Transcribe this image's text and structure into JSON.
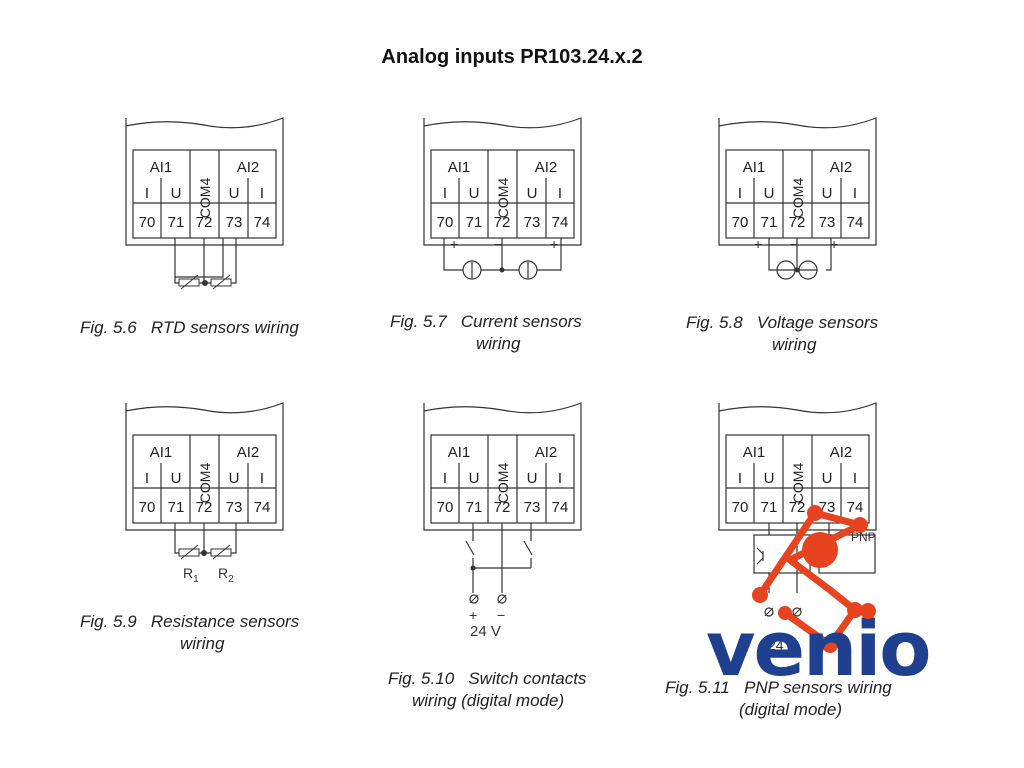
{
  "title": "Analog inputs PR103.24.x.2",
  "terminal": {
    "ai1": "AI1",
    "ai2": "AI2",
    "com": "COM4",
    "i": "I",
    "u": "U",
    "numbers": [
      "70",
      "71",
      "72",
      "73",
      "74"
    ]
  },
  "figures": [
    {
      "number": "Fig. 5.6",
      "line1": "RTD sensors wiring",
      "line2": ""
    },
    {
      "number": "Fig. 5.7",
      "line1": "Current sensors",
      "line2": "wiring"
    },
    {
      "number": "Fig. 5.8",
      "line1": "Voltage sensors",
      "line2": "wiring"
    },
    {
      "number": "Fig. 5.9",
      "line1": "Resistance sensors",
      "line2": "wiring"
    },
    {
      "number": "Fig. 5.10",
      "line1": "Switch contacts",
      "line2": "wiring (digital mode)"
    },
    {
      "number": "Fig. 5.11",
      "line1": "PNP sensors wiring",
      "line2": "(digital mode)"
    }
  ],
  "labels": {
    "plus": "+",
    "minus": "−",
    "r1": "R",
    "r1_sub": "1",
    "r2": "R",
    "r2_sub": "2",
    "supply": "24 V",
    "pnp": "PNP",
    "supply_partial": "24"
  },
  "logo": {
    "text": "venio",
    "text_color": "#1f3f8f",
    "accent_color": "#e8431f"
  }
}
